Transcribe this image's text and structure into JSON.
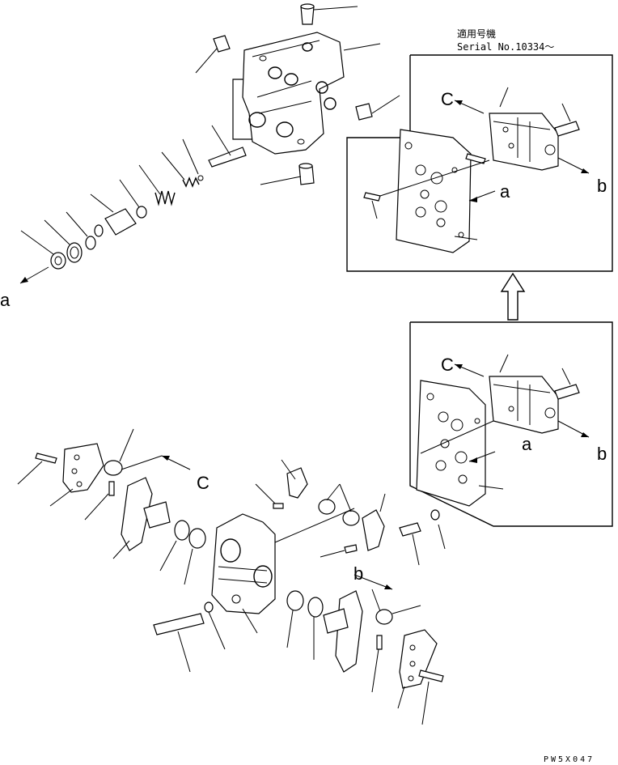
{
  "serial_note": {
    "japanese": "適用号機",
    "english": "Serial No.10334～"
  },
  "callout_letters": {
    "a": "a",
    "b": "b",
    "c": "C"
  },
  "drawing_code": "PW5X047"
}
